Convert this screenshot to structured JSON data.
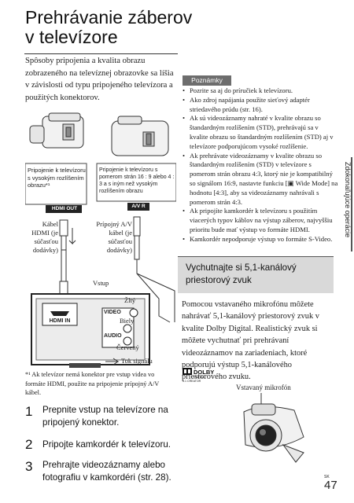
{
  "title": {
    "line1": "Prehrávanie záberov",
    "line2": "v televízore"
  },
  "intro": "Spôsoby pripojenia a kvalita obrazu zobrazeného na televíznej obrazovke sa líšia v závislosti od typu pripojeného televízora a použitých konektorov.",
  "diagram": {
    "tv_hd_label": "Pripojenie k televízoru s vysokým rozlíšením obrazu*¹",
    "tv_std_label": "Pripojenie k televízoru s pomerom strán 16 : 9 alebo 4 : 3 a s iným než vysokým rozlíšením obrazu",
    "hdmi_out": "HDMI OUT",
    "av_r": "A/V R",
    "hdmi_cable": "Kábel HDMI (je súčasťou dodávky)",
    "av_cable": "Prípojný A/V kábel (je súčasťou dodávky)",
    "input": "Vstup",
    "hdmi_in": "HDMI IN",
    "video": "VIDEO",
    "audio": "AUDIO",
    "yellow": "Žltý",
    "white": "Biely",
    "red": "Červený",
    "signal_flow": "Tok signálu"
  },
  "footnote": {
    "mark": "*¹",
    "text": "Ak televízor nemá konektor pre vstup videa vo formáte HDMI, použite na pripojenie prípojný A/V kábel."
  },
  "steps": [
    {
      "num": "1",
      "text": "Prepnite vstup na televízore na pripojený konektor."
    },
    {
      "num": "2",
      "text": "Pripojte kamkordér k televízoru."
    },
    {
      "num": "3",
      "text": "Prehrajte videozáznamy alebo fotografiu v kamkordéri (str. 28)."
    }
  ],
  "notes": {
    "heading": "Poznámky",
    "items": [
      "Pozrite sa aj do príručiek k televízoru.",
      "Ako zdroj napájania použite sieťový adaptér striedavého prúdu (str. 16).",
      "Ak sú videozáznamy nahraté v kvalite obrazu so štandardným rozlíšením (STD), prehrávajú sa v kvalite obrazu so štandardným rozlíšením (STD) aj v televízore podporujúcom vysoké rozlíšenie.",
      "Ak prehrávate videozáznamy v kvalite obrazu so štandardným rozlíšením (STD) v televízore s pomerom strán obrazu 4:3, ktorý nie je kompatibilný so signálom 16:9, nastavte funkciu [▣ Wide Mode] na hodnotu [4:3], aby sa videozáznamy nahrávali s pomerom strán 4:3.",
      "Ak pripojíte kamkordér k televízoru s použitím viacerých typov káblov na výstup záberov, najvyššiu prioritu bude mať výstup vo formáte HDMI.",
      "Kamkordér nepodporuje výstup vo formáte S-Video."
    ]
  },
  "section": {
    "heading": "Vychutnajte si 5,1-kanálový priestorový zvuk",
    "body": "Pomocou vstavaného mikrofónu môžete nahrávať 5,1-kanálový priestorový zvuk v kvalite Dolby Digital. Realistický zvuk si môžete vychutnať pri prehrávaní videozáznamov na zariadeniach, ktoré podporujú výstup 5,1-kanálového priestorového zvuku.",
    "mic_label": "Vstavaný mikrofón",
    "dolby_logo": "DOLBY DIGITAL 5.1 CREATOR"
  },
  "side_tab": "Zdokonaľujúce operácie",
  "page": {
    "lang": "SK",
    "num": "47"
  }
}
